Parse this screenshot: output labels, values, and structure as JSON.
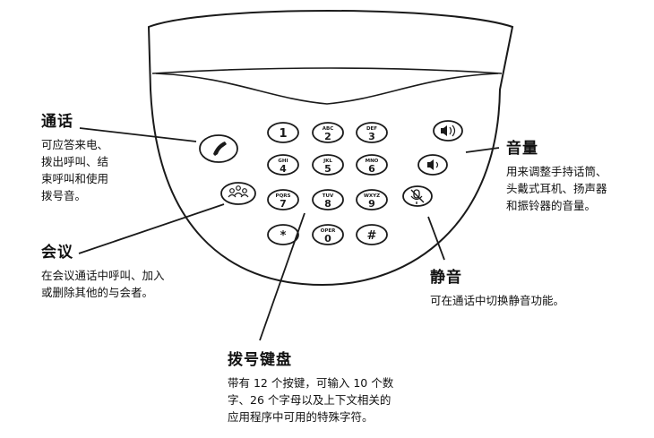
{
  "keypad": {
    "keys": [
      {
        "num": "1",
        "letters": ""
      },
      {
        "num": "2",
        "letters": "ABC"
      },
      {
        "num": "3",
        "letters": "DEF"
      },
      {
        "num": "4",
        "letters": "GHI"
      },
      {
        "num": "5",
        "letters": "JKL"
      },
      {
        "num": "6",
        "letters": "MNO"
      },
      {
        "num": "7",
        "letters": "PQRS"
      },
      {
        "num": "8",
        "letters": "TUV"
      },
      {
        "num": "9",
        "letters": "WXYZ"
      },
      {
        "num": "*",
        "letters": ""
      },
      {
        "num": "0",
        "letters": "OPER"
      },
      {
        "num": "#",
        "letters": ""
      }
    ]
  },
  "labels": {
    "call": {
      "title": "通话",
      "desc": [
        "可应答来电、",
        "拨出呼叫、结",
        "束呼叫和使用",
        "拨号音。"
      ]
    },
    "conference": {
      "title": "会议",
      "desc": [
        "在会议通话中呼叫、加入",
        "或删除其他的与会者。"
      ]
    },
    "keypad": {
      "title": "拨号键盘",
      "desc": [
        "带有 12 个按键，可输入 10 个数",
        "字、26 个字母以及上下文相关的",
        "应用程序中可用的特殊字符。"
      ]
    },
    "volume": {
      "title": "音量",
      "desc": [
        "用来调整手持话筒、",
        "头戴式耳机、扬声器",
        "和振铃器的音量。"
      ]
    },
    "mute": {
      "title": "静音",
      "desc": [
        "可在通话中切换静音功能。"
      ]
    }
  },
  "colors": {
    "stroke": "#1a1a1a",
    "fill": "#ffffff",
    "text": "#111111"
  }
}
